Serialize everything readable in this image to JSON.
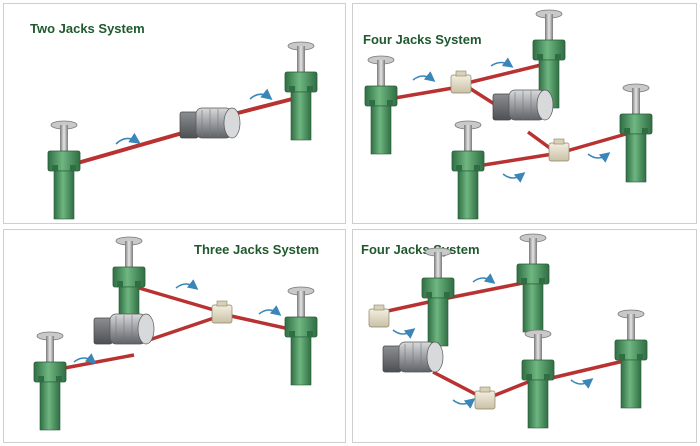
{
  "panels": [
    {
      "title": "Two Jacks System"
    },
    {
      "title": "Four Jacks System"
    },
    {
      "title": "Three Jacks System"
    },
    {
      "title": "Four Jacks System"
    }
  ],
  "colors": {
    "jack_green": "#4f9a63",
    "jack_dark": "#2f6e43",
    "shaft_red": "#b83232",
    "motor_gray": "#8a8d91",
    "gearbox_beige": "#e6dfc9",
    "arrow_blue": "#3a86b8",
    "title_green": "#1f5a2e"
  }
}
